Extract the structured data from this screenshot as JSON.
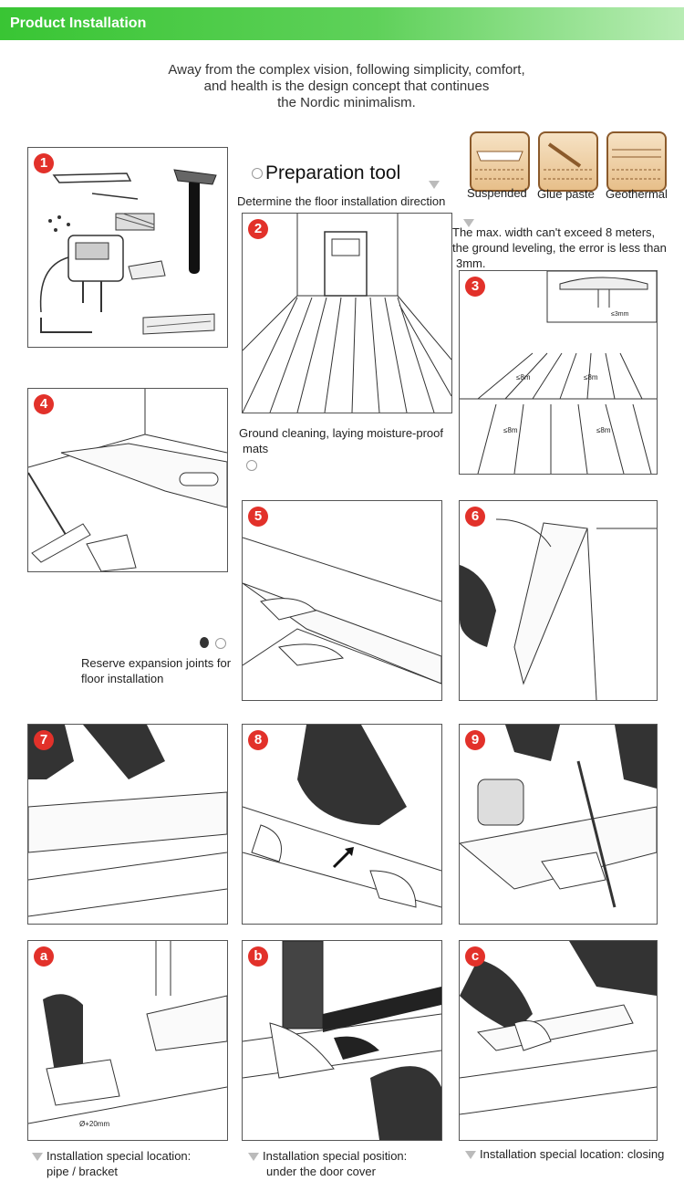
{
  "header": {
    "title": "Product Installation"
  },
  "intro": {
    "line1": "Away from the complex vision, following simplicity, comfort,",
    "line2": "and health is the design concept that continues",
    "line3": "the Nordic minimalism."
  },
  "prep": {
    "title": "Preparation tool"
  },
  "captions": {
    "direction": "Determine the floor installation direction",
    "width_line1": "The max. width can't exceed 8 meters,",
    "width_line2": "the ground leveling, the error is less than",
    "width_line3": "3mm.",
    "cleaning_line1": "Ground cleaning, laying moisture-proof",
    "cleaning_line2": "mats",
    "expansion_line1": "Reserve expansion joints for",
    "expansion_line2": "floor installation",
    "pipe_line1": "Installation special location:",
    "pipe_line2": "pipe / bracket",
    "door_line1": "Installation special position:",
    "door_line2": "under the door cover",
    "closing": "Installation special location: closing"
  },
  "mats": [
    {
      "label": "Suspended"
    },
    {
      "label": "Glue paste"
    },
    {
      "label": "Geothermal"
    }
  ],
  "steps": {
    "s1": "1",
    "s2": "2",
    "s3": "3",
    "s4": "4",
    "s5": "5",
    "s6": "6",
    "s7": "7",
    "s8": "8",
    "s9": "9",
    "sa": "a",
    "sb": "b",
    "sc": "c"
  },
  "annotations": {
    "width_8m_a": "≤8m",
    "width_8m_b": "≤8m",
    "width_8m_c": "≤8m",
    "width_8m_d": "≤8m",
    "gap_3mm": "≤3mm",
    "pipe_dia": "Ø+20mm"
  },
  "colors": {
    "header_green": "#39c534",
    "badge_red": "#e2312a"
  }
}
